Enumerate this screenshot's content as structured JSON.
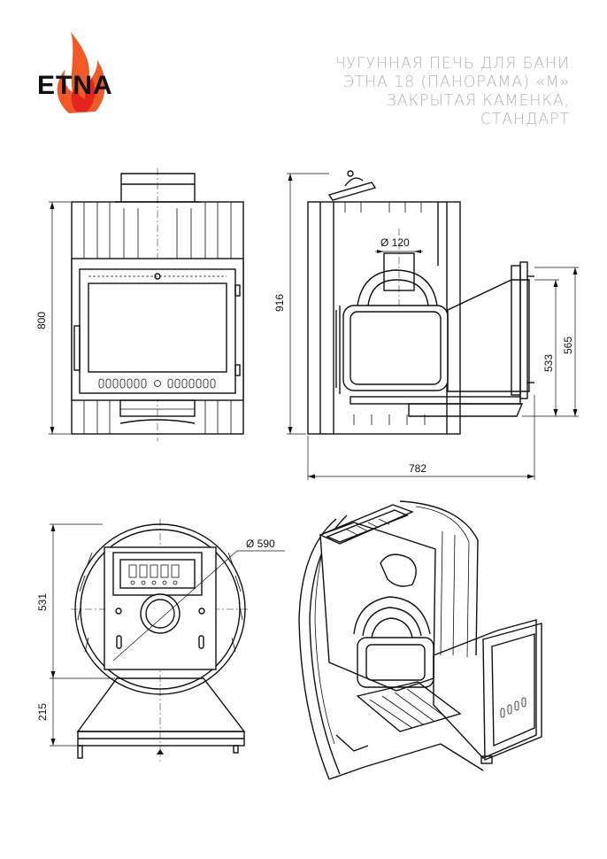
{
  "brand": {
    "name": "ETNA",
    "flame_colors": [
      "#f05a28",
      "#e52420"
    ]
  },
  "title": {
    "lines": [
      "ЧУГУННАЯ ПЕЧЬ ДЛЯ БАНИ",
      "ЭТНА 18  (ПАНОРАМА) «М»",
      "ЗАКРЫТАЯ КАМЕНКА,",
      "СТАНДАРТ"
    ],
    "color": "#b5b5b5"
  },
  "dimensions": {
    "front_height": "800",
    "side_height": "916",
    "pipe_diameter": "Ø 120",
    "door_height_533": "533",
    "door_height_565": "565",
    "depth": "782",
    "body_diameter": "Ø 590",
    "top_depth": "531",
    "base_depth": "215"
  },
  "views": [
    "front-view",
    "side-view",
    "top-view",
    "isometric-view"
  ]
}
